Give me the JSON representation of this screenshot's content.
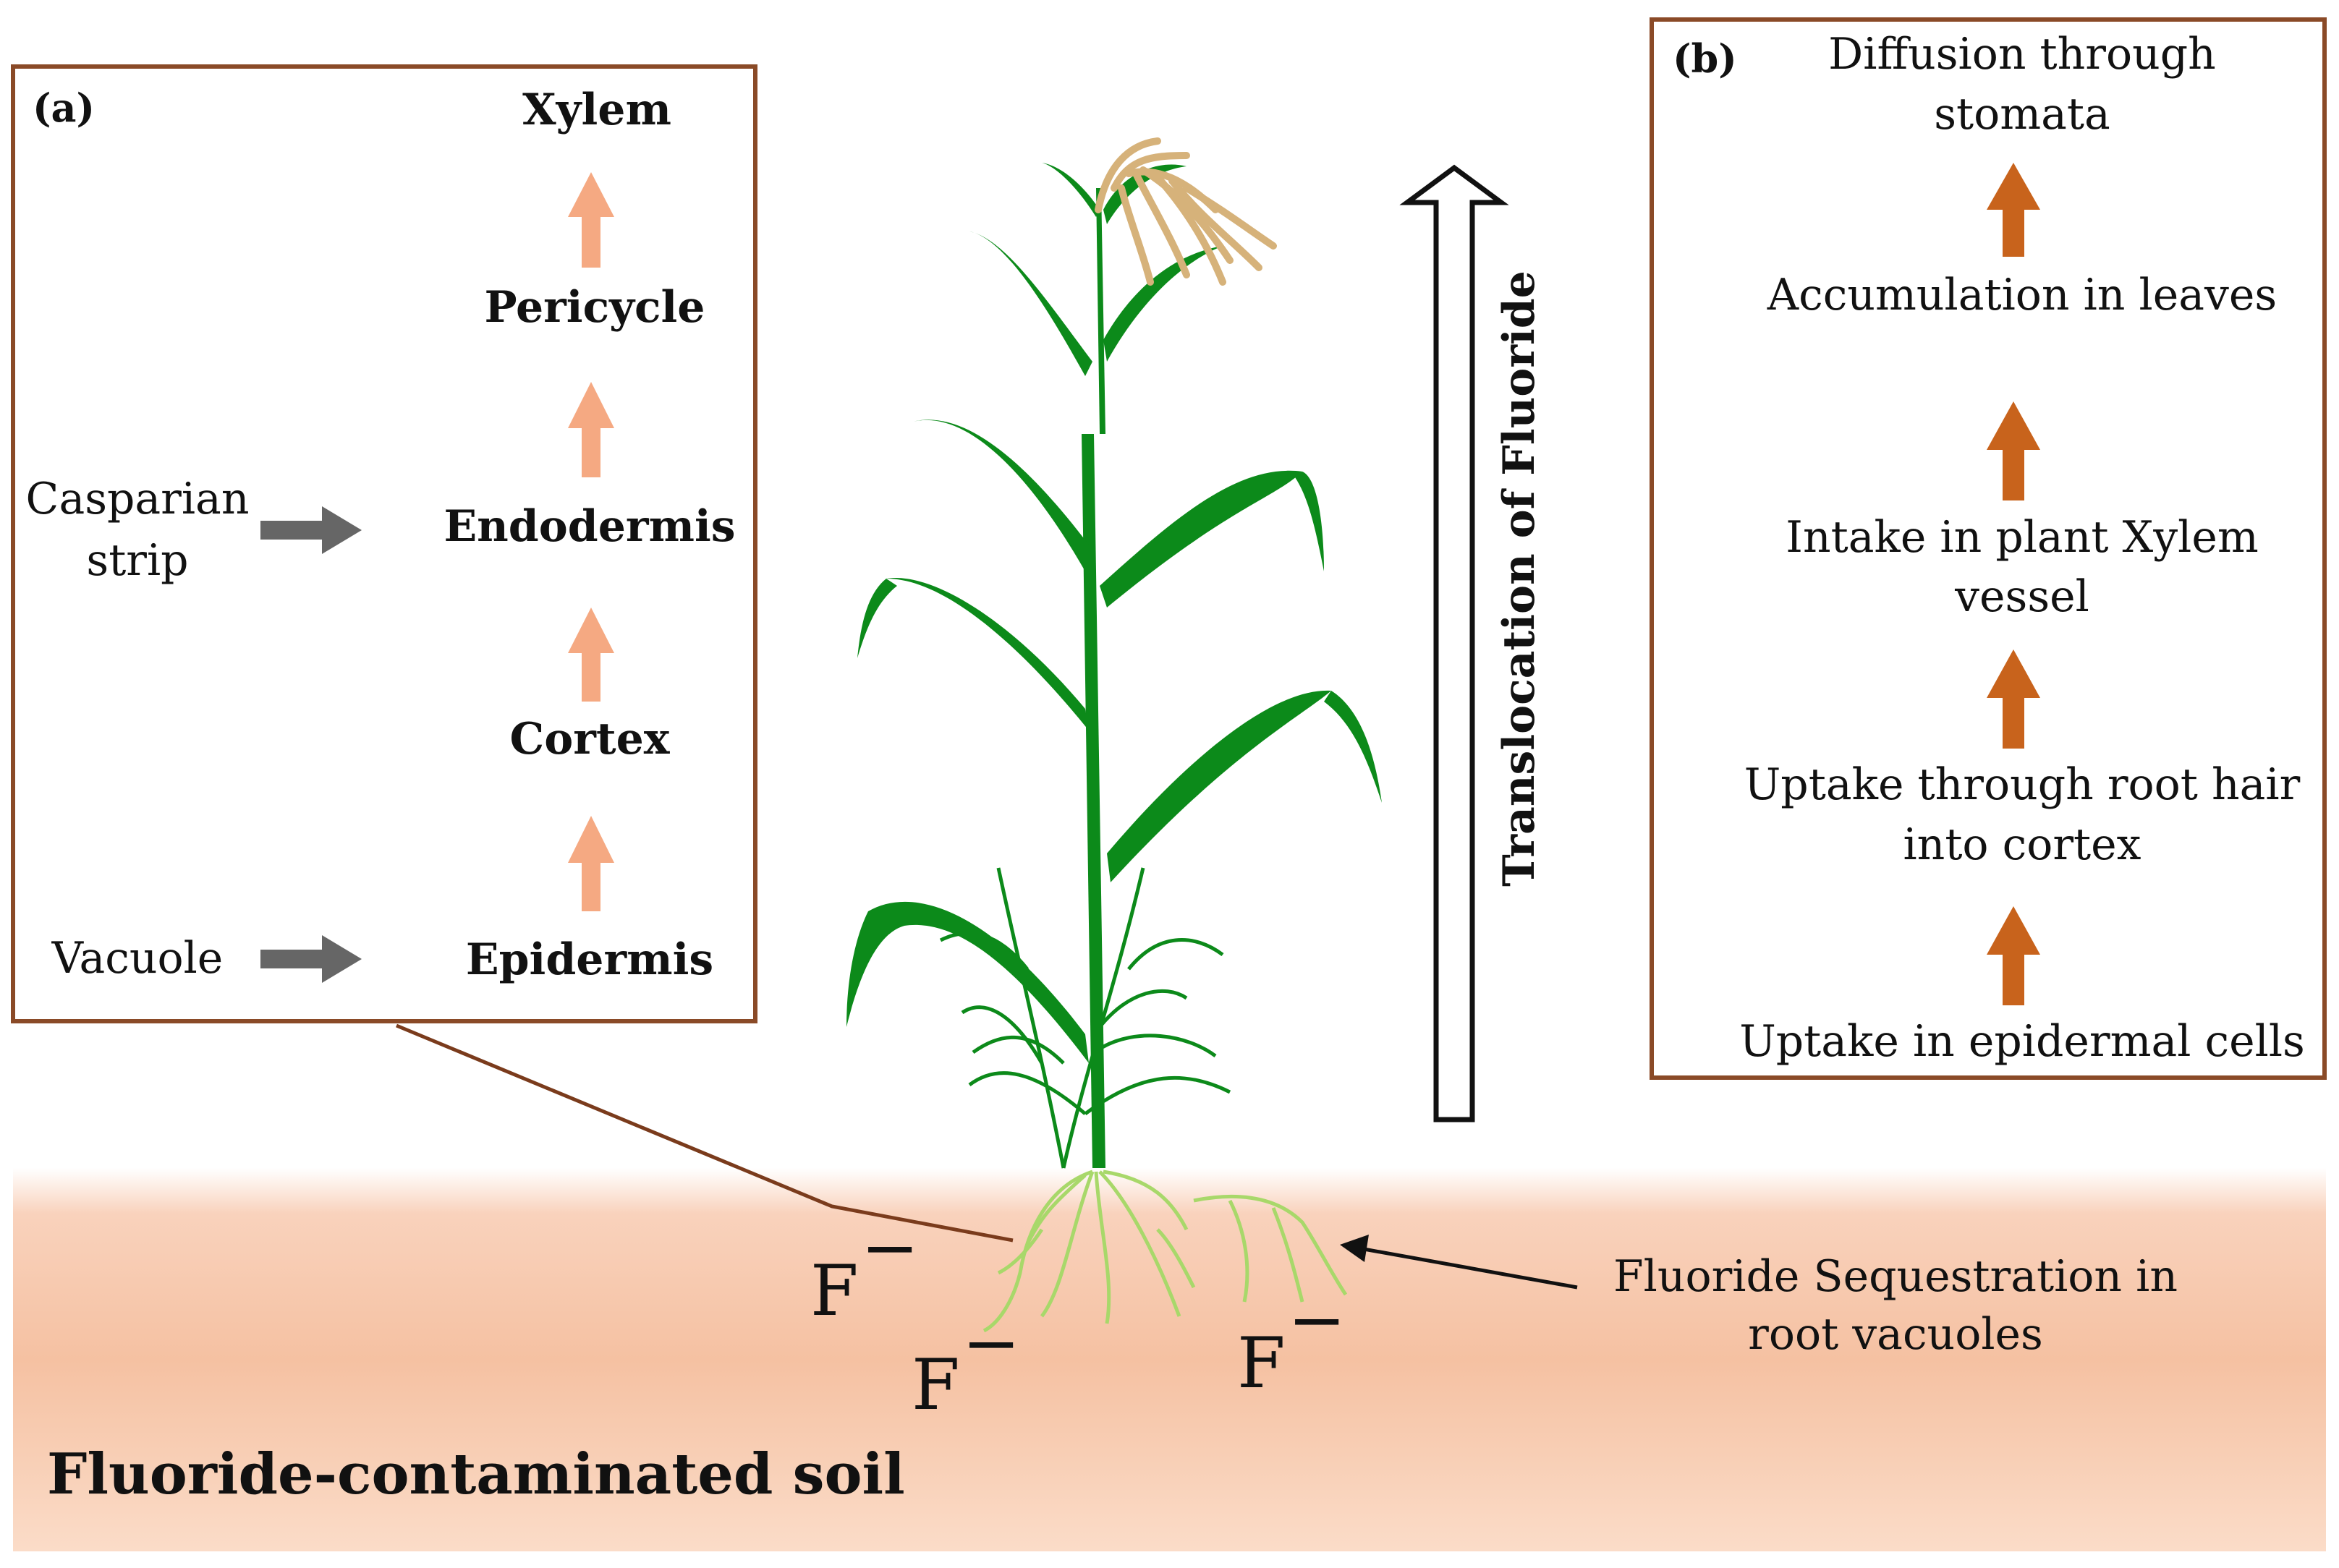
{
  "panel_a": {
    "label": "(a)",
    "layers": [
      "Xylem",
      "Pericycle",
      "Endodermis",
      "Cortex",
      "Epidermis"
    ],
    "side_labels": {
      "casparian_line1": "Casparian",
      "casparian_line2": "strip",
      "vacuole": "Vacuole"
    }
  },
  "panel_b": {
    "label": "(b)",
    "steps": [
      [
        "Diffusion through",
        "stomata"
      ],
      [
        "Accumulation in leaves"
      ],
      [
        "Intake in plant Xylem",
        "vessel"
      ],
      [
        "Uptake through root hair",
        "into cortex"
      ],
      [
        "Uptake in epidermal  cells"
      ]
    ]
  },
  "translocation_label": "Translocation  of  Fluoride",
  "sequestration_line1": "Fluoride Sequestration in",
  "sequestration_line2": "root vacuoles",
  "ion_symbol": "F",
  "ion_charge": "−",
  "soil_label": "Fluoride-contaminated soil",
  "colors": {
    "box_border": "#8a4a27",
    "soil_top": "#fde8dc",
    "soil_main": "#f6c3a4",
    "light_arrow": "#f5a982",
    "dark_arrow": "#c8631c",
    "gray_arrow": "#666666",
    "plant_green": "#0c8a1a",
    "root_green": "#a8d86a",
    "tassel": "#d6b27a"
  }
}
